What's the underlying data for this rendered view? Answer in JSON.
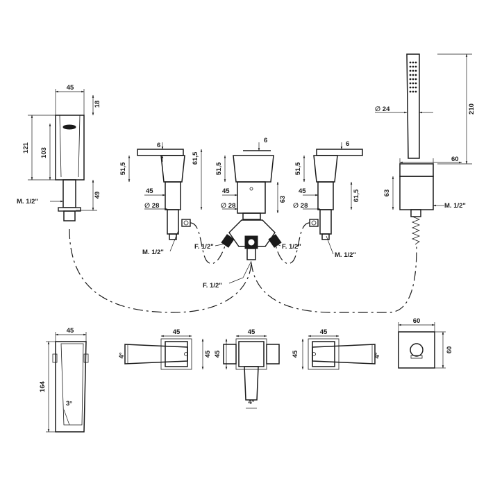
{
  "dims": {
    "spout_w": "45",
    "spout_top": "18",
    "spout_h_total": "121",
    "spout_h_body": "103",
    "spout_thread": "M. 1/2\"",
    "spout_base": "49",
    "handle_6a": "6",
    "handle_515a": "51,5",
    "handle_615a": "61,5",
    "handle_45a": "45",
    "handle_28a": "28",
    "handle_thread_a": "M. 1/2\"",
    "mid_6": "6",
    "mid_515": "51,5",
    "mid_45": "45",
    "mid_28": "28",
    "mid_63": "63",
    "right_6": "6",
    "right_515": "51,5",
    "right_45": "45",
    "right_615": "61,5",
    "right_28": "28",
    "right_thread": "M. 1/2\"",
    "f_left": "F. 1/2\"",
    "f_right": "F. 1/2\"",
    "f_bottom": "F. 1/2\"",
    "shower_24": "24",
    "shower_210": "210",
    "shower_60": "60",
    "shower_63": "63",
    "shower_thread": "M. 1/2\"",
    "top_spout_45": "45",
    "top_spout_164": "164",
    "top_spout_3deg": "3°",
    "top_h1_45w": "45",
    "top_h1_45h": "45",
    "top_h1_4deg": "4°",
    "top_mid_45w": "45",
    "top_mid_45h": "45",
    "top_mid_4deg": "4°",
    "top_h2_45w": "45",
    "top_h2_45h": "45",
    "top_h2_4deg": "4°",
    "top_sq_60w": "60",
    "top_sq_60h": "60"
  }
}
